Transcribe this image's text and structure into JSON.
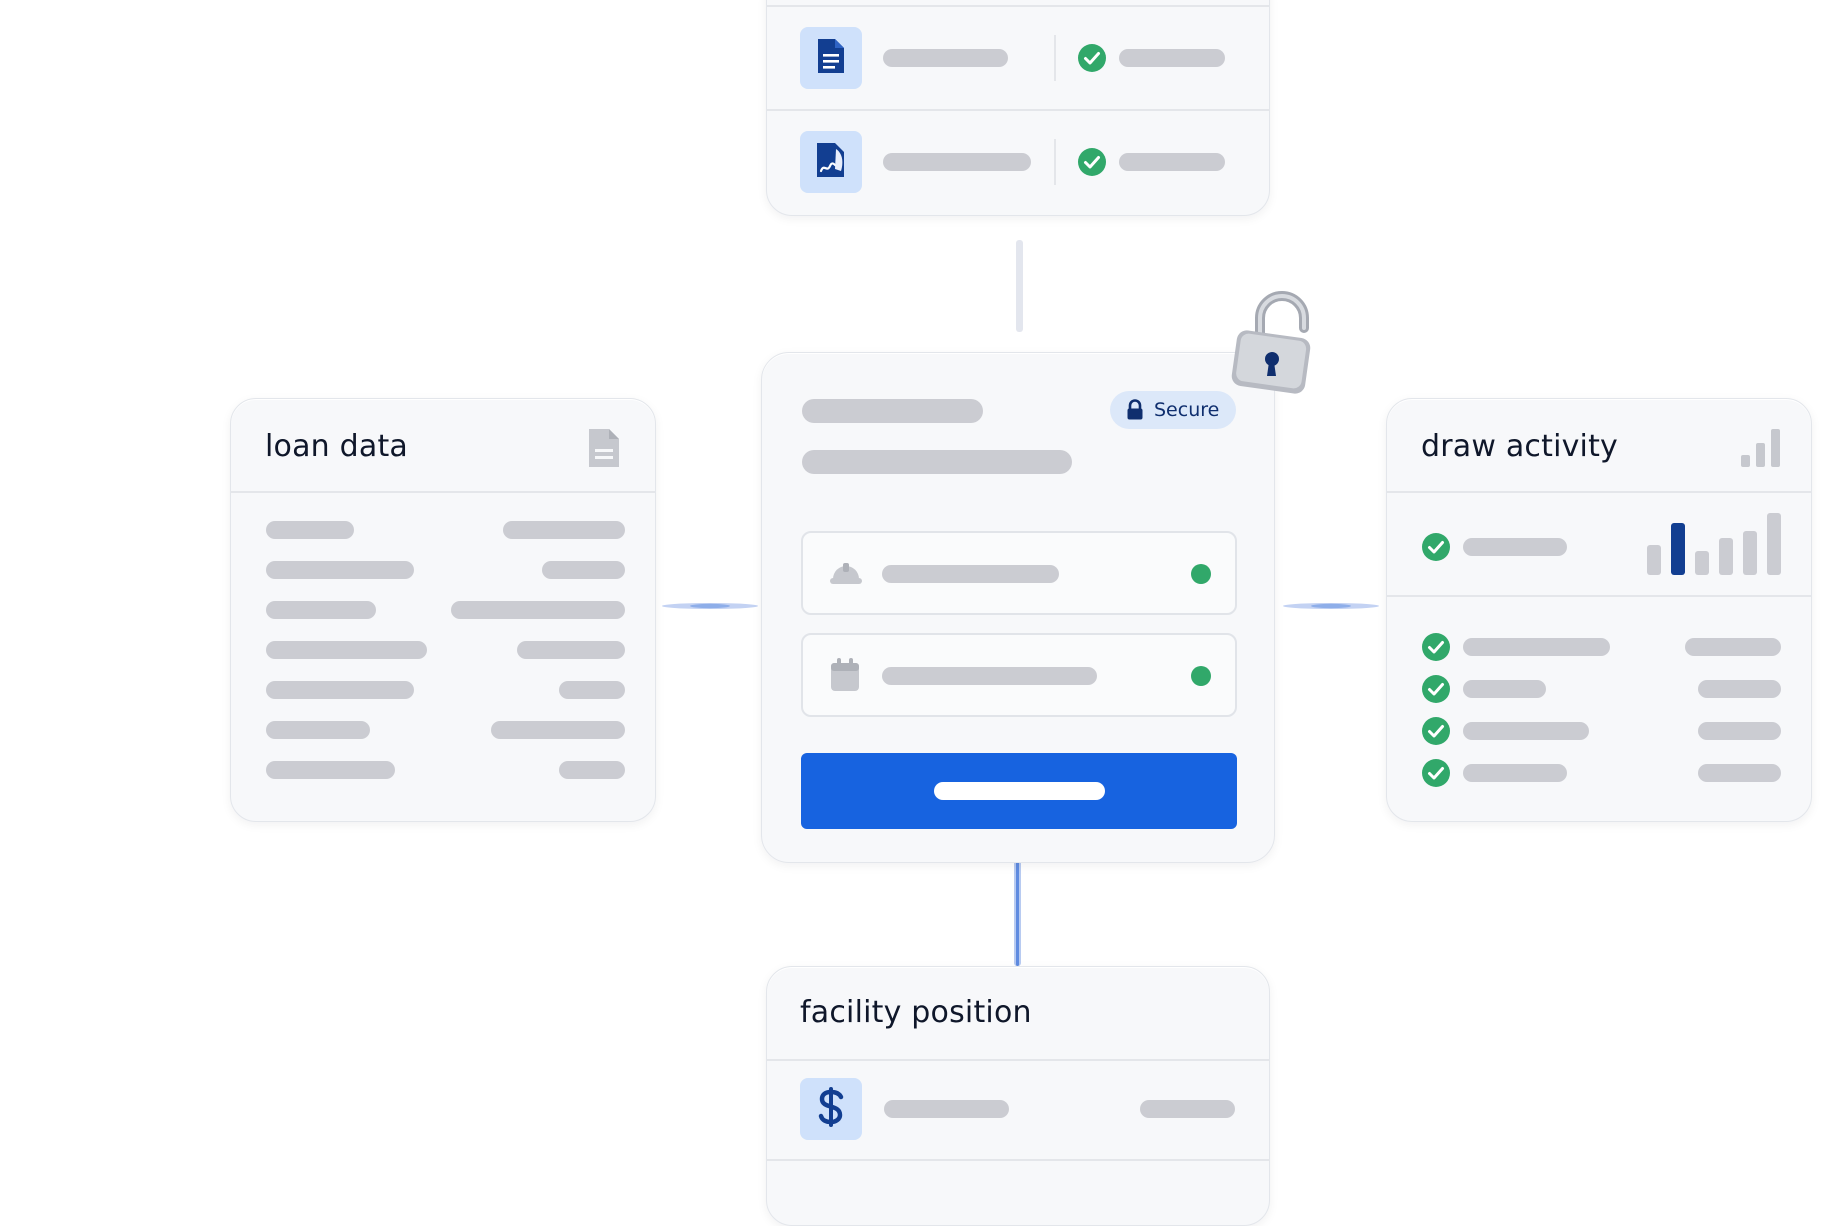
{
  "secure_badge": {
    "label": "Secure"
  },
  "loan_panel": {
    "title": "loan data",
    "icon": "document-icon"
  },
  "draw_panel": {
    "title": "draw activity",
    "icon": "bar-chart-icon"
  },
  "facility_panel": {
    "title": "facility position",
    "icon": "dollar-icon"
  },
  "top_panel": {
    "icons": [
      "document-icon",
      "signed-document-icon"
    ],
    "status_icon": "check-circle-icon"
  },
  "center_panel": {
    "field_icons": [
      "hard-hat-icon",
      "calendar-icon"
    ],
    "status_icon": "status-dot",
    "lock_icon": "unlocked-padlock-icon",
    "primary_color": "#1763e0"
  },
  "colors": {
    "accent": "#1763e0",
    "success": "#31a86a",
    "placeholder": "#cbccd2",
    "icon_blue": "#123e91",
    "tile": "#cfe1fb"
  }
}
